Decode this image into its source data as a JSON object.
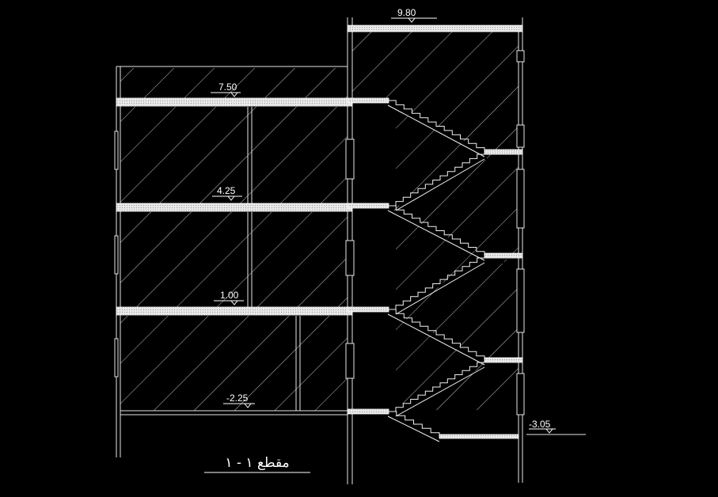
{
  "drawing": {
    "title": "مقطع ١ - ١",
    "levels": {
      "roof_top": "9.80",
      "roof": "7.50",
      "second_floor": "4.25",
      "first_floor": "1.00",
      "basement": "-2.25",
      "ground_outside": "-3.05"
    }
  }
}
